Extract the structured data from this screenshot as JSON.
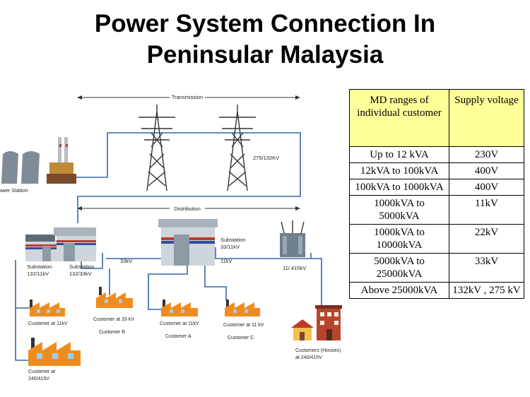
{
  "title": {
    "line1": "Power System Connection In",
    "line2": "Peninsular Malaysia"
  },
  "diagram": {
    "transmission_label": "Transmission",
    "distribution_label": "Distribution",
    "tower_voltage": "275/132KV",
    "power_station": "ower Station",
    "substation_1": [
      "Substation",
      "132/11kV"
    ],
    "substation_2": [
      "Substation",
      "132/33kV"
    ],
    "substation_3": [
      "Substation",
      "33/11kV"
    ],
    "transformer_label": "11/.415kV",
    "line_33kv": "33kV",
    "line_11kv": "11kV",
    "customer_11kv": "Customer at 11kV",
    "customer_b": [
      "Customer at 33 kV",
      "Customer B"
    ],
    "customer_a": [
      "Customer at 11kV",
      "Customer A"
    ],
    "customer_c": [
      "Customer at 11 kV",
      "Customer C"
    ],
    "customer_240": [
      "Customer at",
      "240/415V"
    ],
    "customers_houses": [
      "Customers (Houses)",
      "at 240/415V"
    ]
  },
  "table": {
    "header": [
      "MD ranges of individual customer",
      "Supply voltage"
    ],
    "rows": [
      [
        "Up to 12 kVA",
        "230V"
      ],
      [
        "12kVA to 100kVA",
        "400V"
      ],
      [
        "100kVA to 1000kVA",
        "400V"
      ],
      [
        "1000kVA to 5000kVA",
        "11kV"
      ],
      [
        "1000kVA to 10000kVA",
        "22kV"
      ],
      [
        "5000kVA to 25000kVA",
        "33kV"
      ],
      [
        "Above 25000kVA",
        "132kV , 275 kV"
      ]
    ]
  },
  "colors": {
    "line_blue": "#3366aa",
    "factory_orange": "#f08c1e",
    "header_yellow": "#ffff99"
  }
}
